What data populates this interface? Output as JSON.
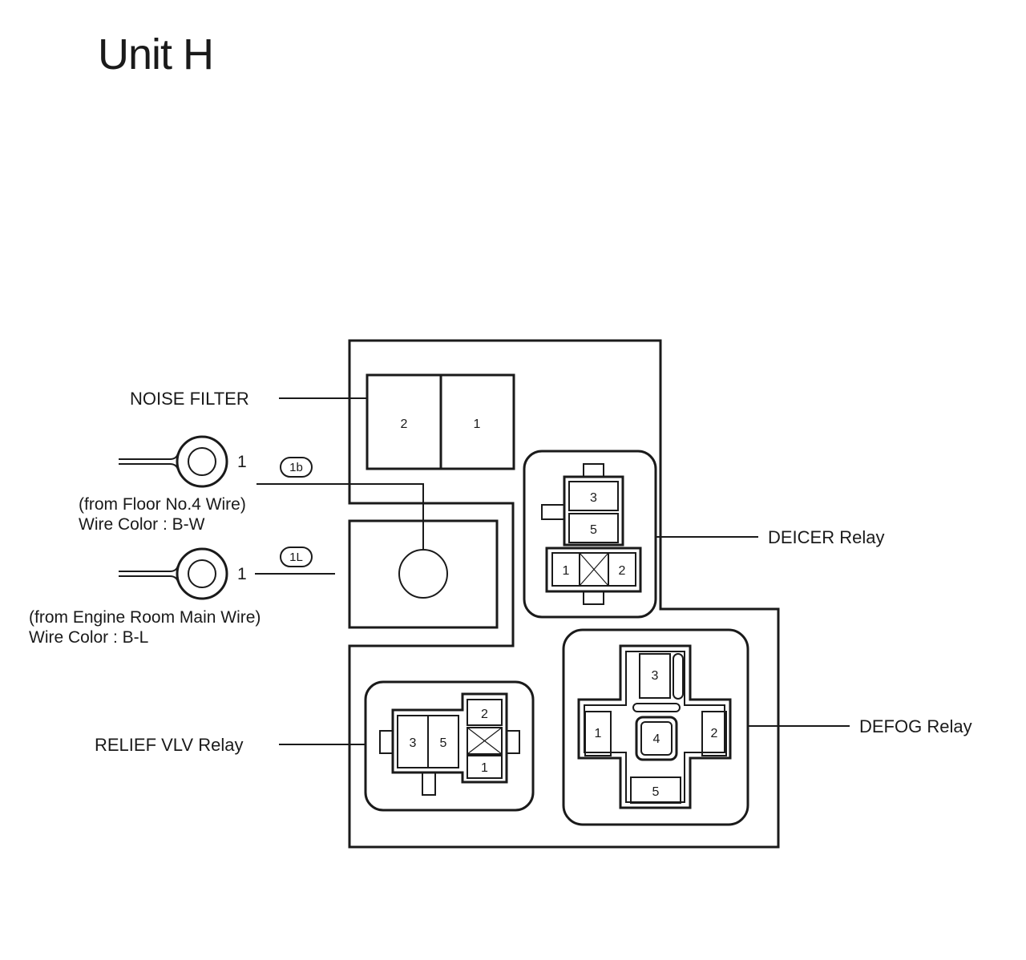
{
  "title": "Unit H",
  "callouts": {
    "noise_filter": "NOISE FILTER",
    "deicer_relay": "DEICER Relay",
    "relief_vlv_relay": "RELIEF VLV Relay",
    "defog_relay": "DEFOG Relay"
  },
  "terminals": [
    {
      "pin": "1",
      "tag": "1b",
      "source": "(from Floor No.4 Wire)",
      "wire_color": "Wire Color : B-W"
    },
    {
      "pin": "1",
      "tag": "1L",
      "source": "(from Engine Room Main Wire)",
      "wire_color": "Wire Color : B-L"
    }
  ],
  "noise_filter_pins": [
    "2",
    "1"
  ],
  "deicer_pins": [
    "3",
    "5",
    "1",
    "2"
  ],
  "relief_pins": [
    "3",
    "5",
    "2",
    "1"
  ],
  "defog_pins": [
    "3",
    "1",
    "4",
    "2",
    "5"
  ]
}
